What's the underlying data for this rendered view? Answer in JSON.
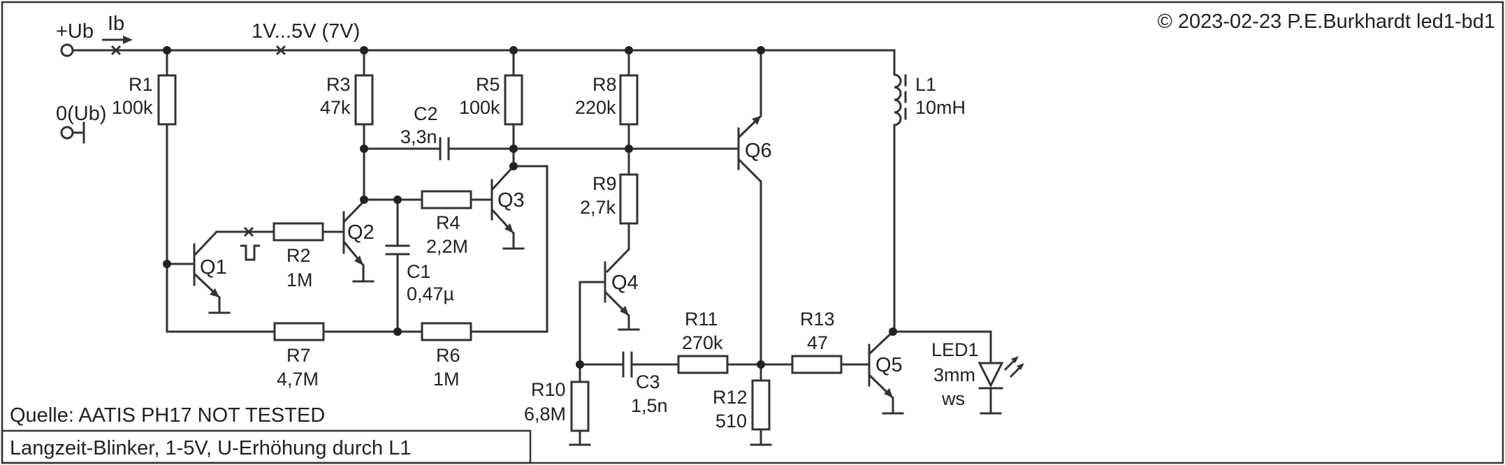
{
  "copyright": "© 2023-02-23 P.E.Burkhardt led1-bd1",
  "source_note": "Quelle: AATIS PH17    NOT TESTED",
  "caption": "Langzeit-Blinker, 1-5V, U-Erhöhung durch L1",
  "supply": {
    "plus": "+Ub",
    "ground": "0(Ub)",
    "current": "Ib",
    "voltage": "1V...5V (7V)"
  },
  "resistors": {
    "R1": {
      "name": "R1",
      "value": "100k"
    },
    "R2": {
      "name": "R2",
      "value": "1M"
    },
    "R3": {
      "name": "R3",
      "value": "47k"
    },
    "R4": {
      "name": "R4",
      "value": "2,2M"
    },
    "R5": {
      "name": "R5",
      "value": "100k"
    },
    "R6": {
      "name": "R6",
      "value": "1M"
    },
    "R7": {
      "name": "R7",
      "value": "4,7M"
    },
    "R8": {
      "name": "R8",
      "value": "220k"
    },
    "R9": {
      "name": "R9",
      "value": "2,7k"
    },
    "R10": {
      "name": "R10",
      "value": "6,8M"
    },
    "R11": {
      "name": "R11",
      "value": "270k"
    },
    "R12": {
      "name": "R12",
      "value": "510"
    },
    "R13": {
      "name": "R13",
      "value": "47"
    }
  },
  "capacitors": {
    "C1": {
      "name": "C1",
      "value": "0,47µ"
    },
    "C2": {
      "name": "C2",
      "value": "3,3n"
    },
    "C3": {
      "name": "C3",
      "value": "1,5n"
    }
  },
  "inductor": {
    "name": "L1",
    "value": "10mH"
  },
  "led": {
    "name": "LED1",
    "size": "3mm",
    "color": "ws"
  },
  "transistors": {
    "Q1": "Q1",
    "Q2": "Q2",
    "Q3": "Q3",
    "Q4": "Q4",
    "Q5": "Q5",
    "Q6": "Q6"
  }
}
